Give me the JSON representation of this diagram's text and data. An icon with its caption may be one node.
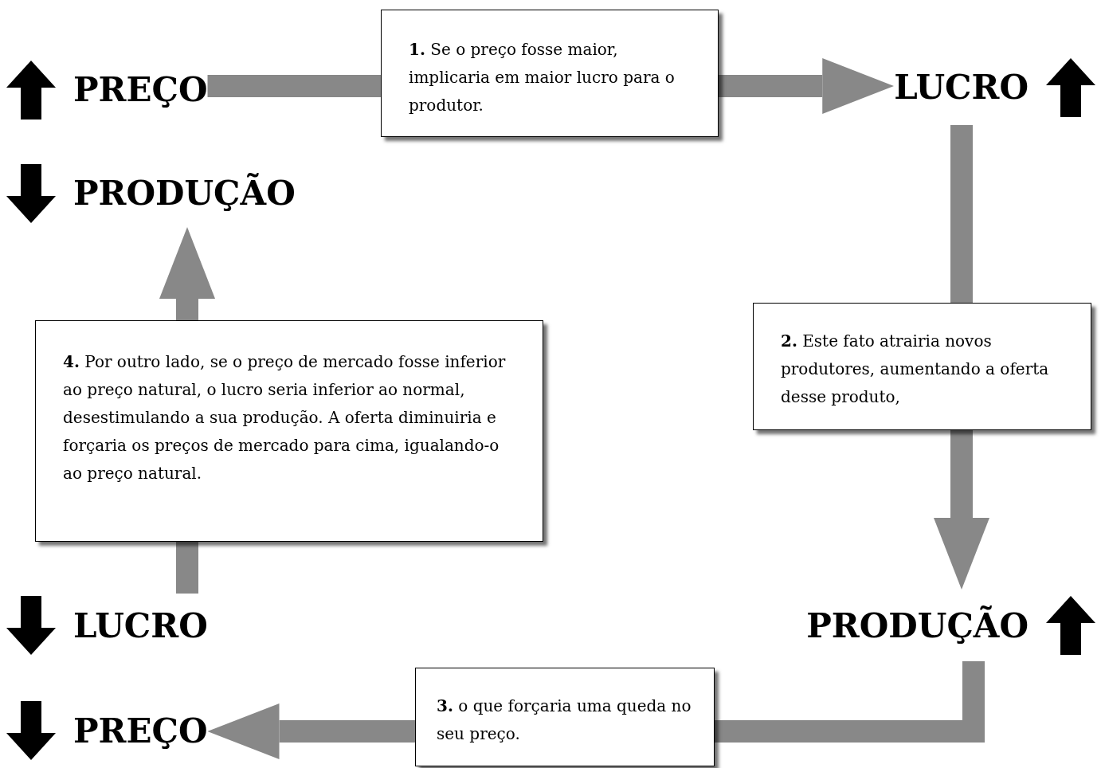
{
  "diagram": {
    "nodes": [
      {
        "text": [
          "PREÇO"
        ]
      },
      {
        "text": [
          "PRODUÇÃO"
        ]
      },
      {
        "text": [
          "LUCRO"
        ]
      },
      {
        "text": [
          "PRODUÇÃO"
        ]
      },
      {
        "text": [
          "LUCRO"
        ]
      },
      {
        "text": [
          "PREÇO"
        ]
      },
      {
        "text": [
          "**1.** Se o preço fosse maior, implicaria em maior lucro para o produtor."
        ]
      },
      {
        "text": [
          "**2.** Este fato atrairia novos produtores, aumentando a oferta desse produto,"
        ]
      },
      {
        "text": [
          "**3.** o que forçaria uma queda no seu preço."
        ]
      },
      {
        "text": [
          "**4.** Por outro lado, se o preço de mercado fosse inferior ao preço natural, o lucro seria inferior ao normal, desestimulando a sua produção. A oferta diminuiria e forçaria os preços de mercado para cima, igualando-o ao preço natural."
        ]
      }
    ],
    "edges": [
      {
        "from": 0,
        "to": 6,
        "arrow": "none"
      },
      {
        "from": 6,
        "to": 2,
        "arrow": "to"
      },
      {
        "from": 2,
        "to": 7,
        "arrow": "none"
      },
      {
        "from": 7,
        "to": 3,
        "arrow": "to"
      },
      {
        "from": 3,
        "to": 8,
        "arrow": "none"
      },
      {
        "from": 8,
        "to": 5,
        "arrow": "to"
      },
      {
        "from": 4,
        "to": 9,
        "arrow": "none"
      },
      {
        "from": 9,
        "to": 1,
        "arrow": "to"
      }
    ]
  }
}
